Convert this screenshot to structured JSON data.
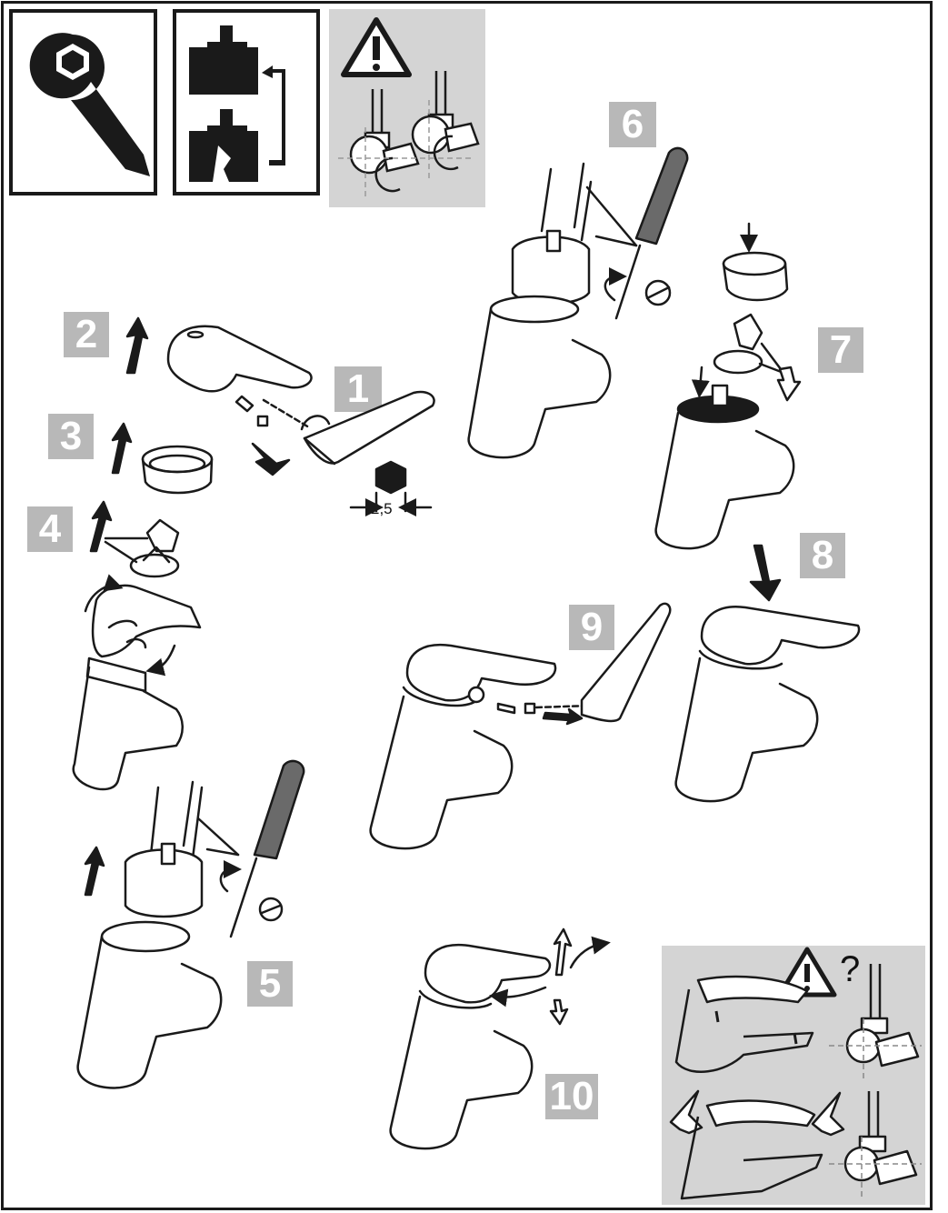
{
  "steps": {
    "s1": "1",
    "s2": "2",
    "s3": "3",
    "s4": "4",
    "s5": "5",
    "s6": "6",
    "s7": "7",
    "s8": "8",
    "s9": "9",
    "s10": "10"
  },
  "dimension": {
    "hex_key_size": "2,5"
  },
  "symbols": {
    "question_mark": "?"
  },
  "icons": [
    "wrench-icon",
    "cartridge-swap-icon",
    "warning-icon",
    "shutoff-valve-icon",
    "thumbs-up-icon"
  ],
  "colors": {
    "badge": "#b8b8b8",
    "panel": "#d4d4d4",
    "ink": "#1a1a1a"
  }
}
